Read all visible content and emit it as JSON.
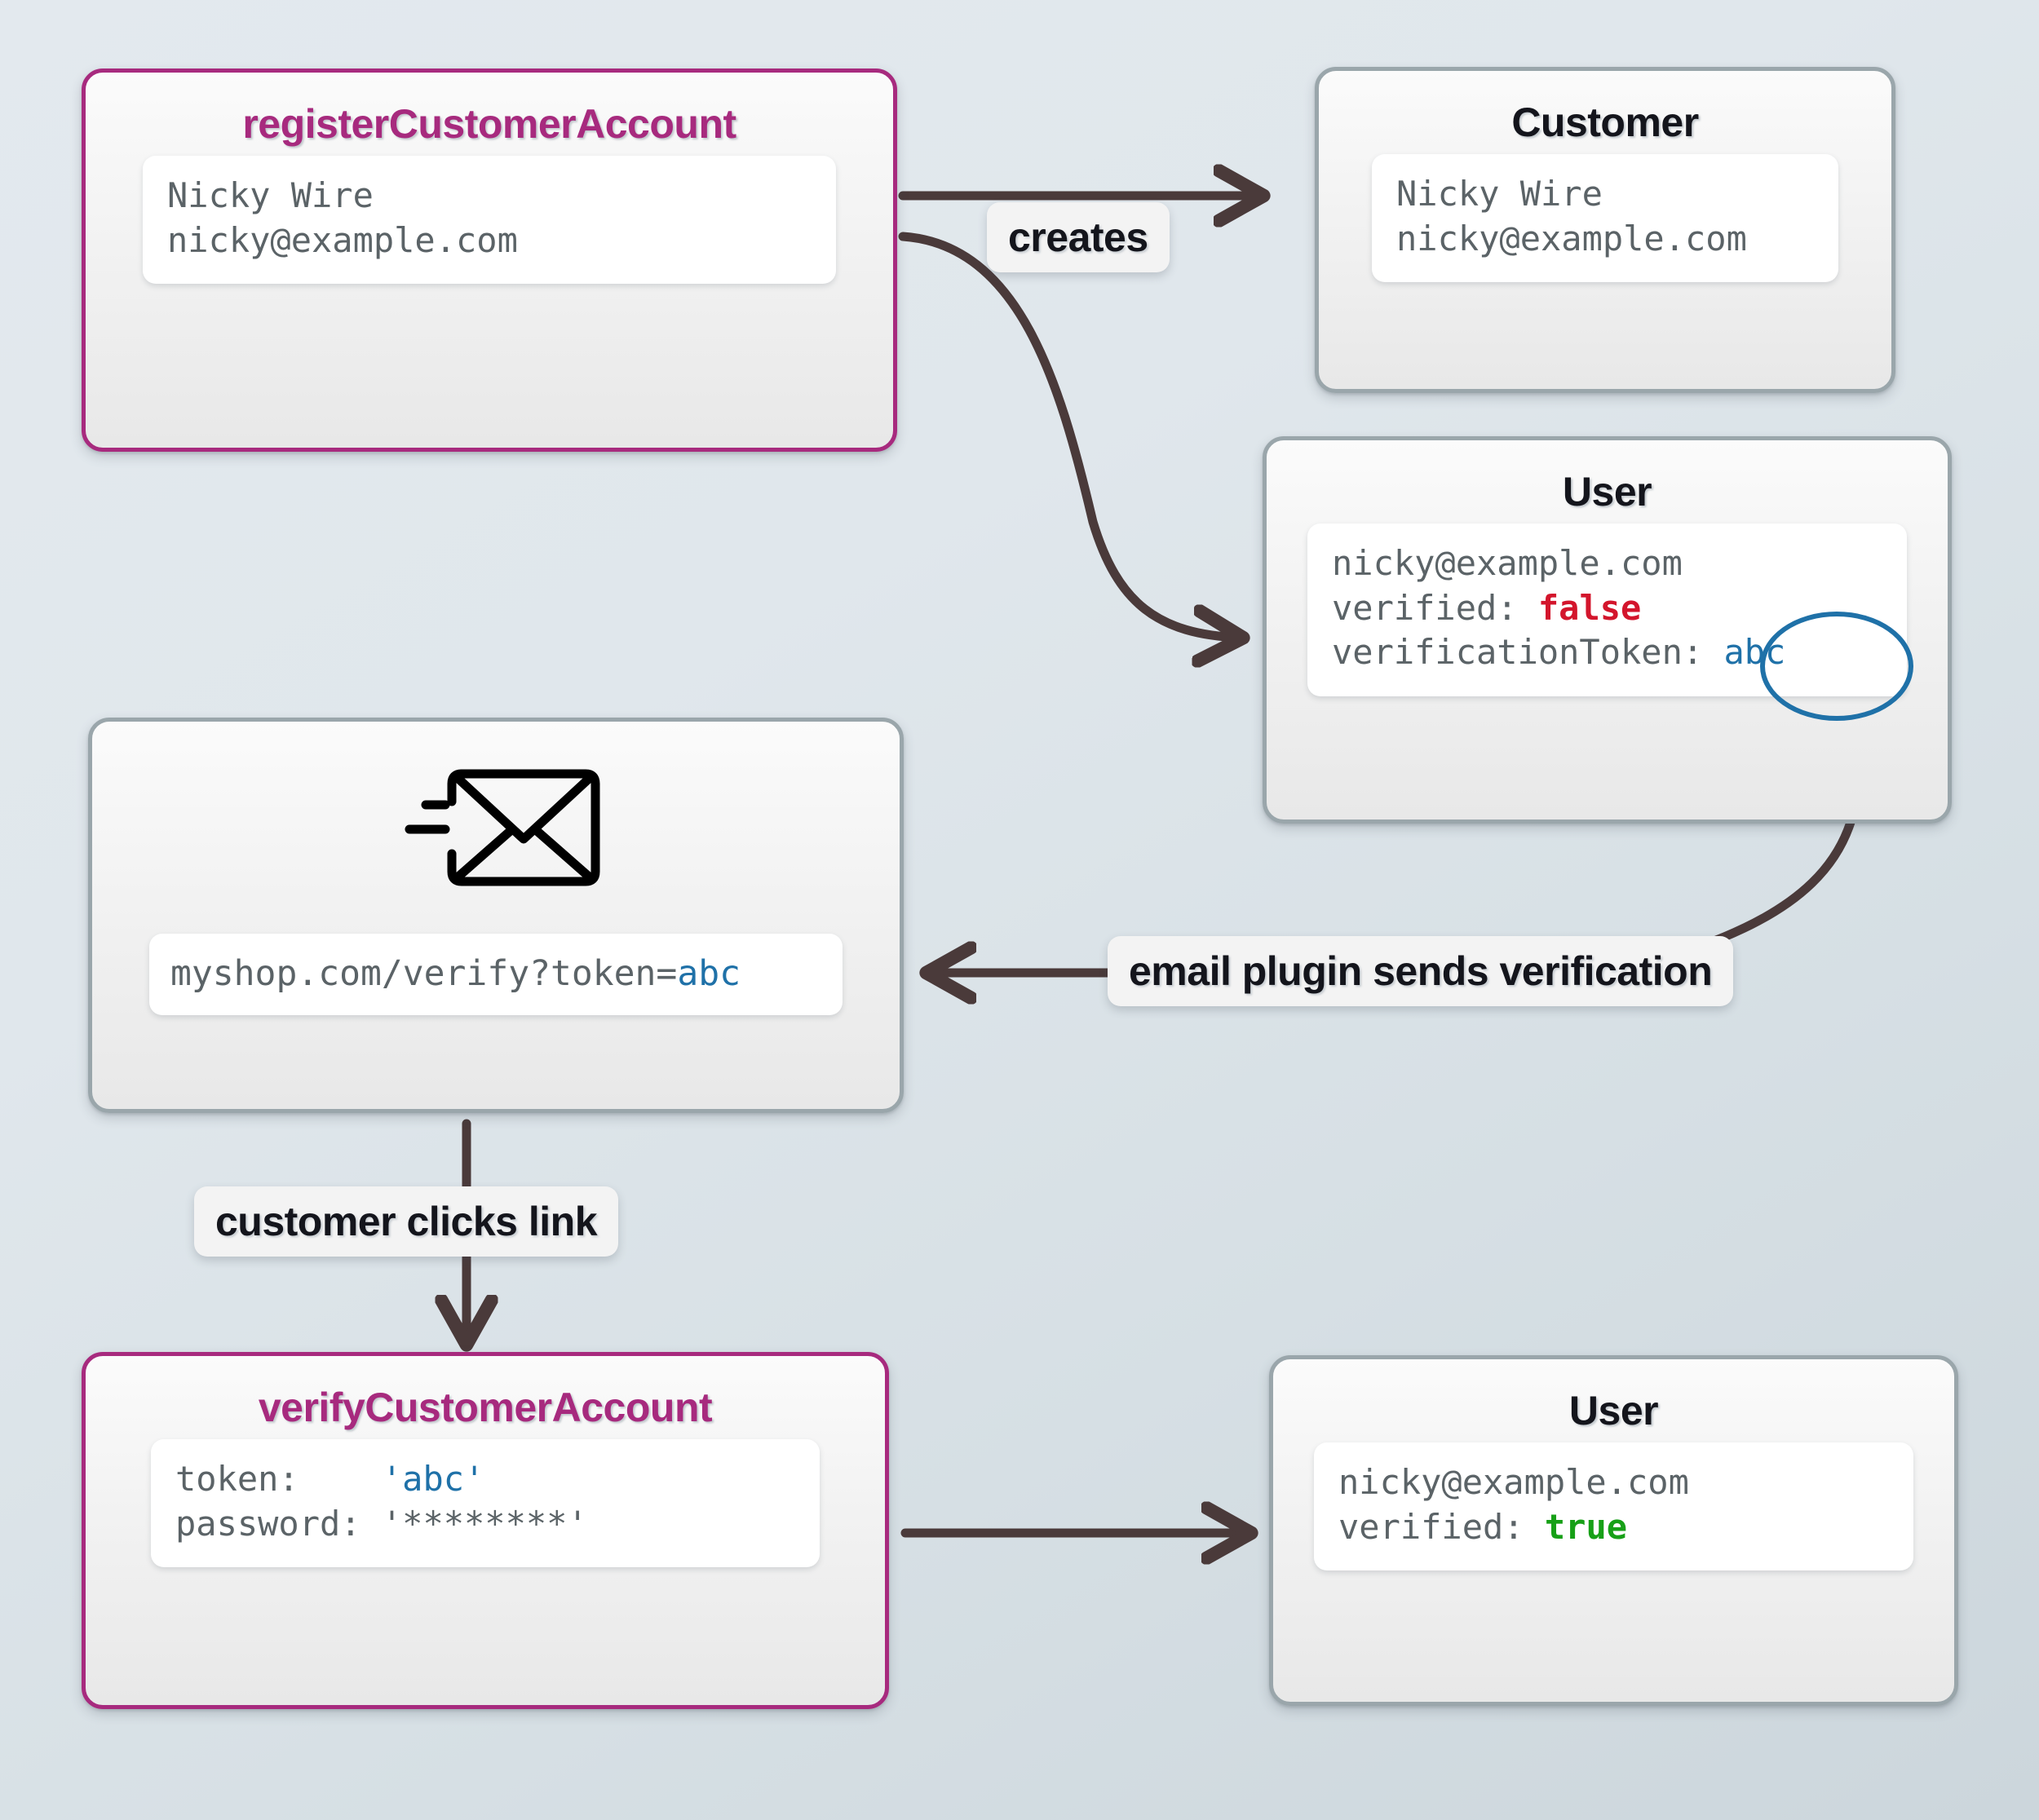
{
  "theme": {
    "background_top": "#e3e9ee",
    "background_bottom": "#ccd6dc",
    "accent_pink": "#a72a7e",
    "node_border_gray": "#9aa6ab",
    "arrow_color": "#4a3a3a",
    "token_blue": "#1f71a8",
    "false_red": "#d3152c",
    "true_green": "#17a017"
  },
  "nodes": {
    "register": {
      "title": "registerCustomerAccount",
      "lines": [
        "Nicky Wire",
        "nicky@example.com"
      ]
    },
    "customer": {
      "title": "Customer",
      "lines": [
        "Nicky Wire",
        "nicky@example.com"
      ]
    },
    "user_top": {
      "title": "User",
      "line_email": "nicky@example.com",
      "line_verified_key": "verified: ",
      "line_verified_value": "false",
      "line_token_key": "verificationToken: ",
      "line_token_value": "abc"
    },
    "email": {
      "icon": "send-email-icon",
      "url_prefix": "myshop.com/verify?token=",
      "url_token": "abc"
    },
    "verify": {
      "title": "verifyCustomerAccount",
      "line_token_key": "token:    ",
      "line_token_value": "'abc'",
      "line_password_key": "password: ",
      "line_password_value": "'********'"
    },
    "user_bottom": {
      "title": "User",
      "line_email": "nicky@example.com",
      "line_verified_key": "verified: ",
      "line_verified_value": "true"
    }
  },
  "edges": {
    "creates": "creates",
    "email_plugin": "email plugin sends verification",
    "clicks_link": "customer clicks link"
  }
}
